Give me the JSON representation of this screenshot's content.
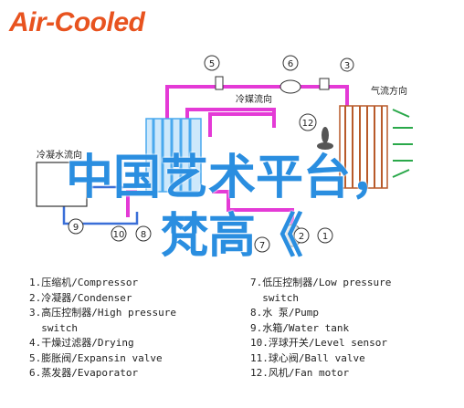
{
  "brand": {
    "title": "Air-Cooled"
  },
  "diagram": {
    "callouts": [
      "5",
      "6",
      "3",
      "12",
      "9",
      "8",
      "10",
      "7",
      "2",
      "1"
    ],
    "labels": {
      "compressor_flow": "冷媒流向",
      "air_flow": "气流方向",
      "refrigerant_flow_left": "冷凝水流向"
    }
  },
  "watermark": {
    "line1": "中国艺术平台，",
    "line2": "梵高《"
  },
  "legend": {
    "left": [
      "1.压缩机/Compressor",
      "2.冷凝器/Condenser",
      "3.高压控制器/High pressure\n  switch",
      "4.干燥过滤器/Drying",
      "5.膨胀阀/Expansin valve",
      "6.蒸发器/Evaporator"
    ],
    "right": [
      "7.低压控制器/Low pressure\n  switch",
      "8.水 泵/Pump",
      "9.水箱/Water tank",
      "10.浮球开关/Level sensor",
      "11.球心阀/Ball valve",
      "12.风机/Fan motor"
    ]
  },
  "colors": {
    "brand": "#e8531f",
    "pipe": "#e43ad6",
    "water_pipe": "#3a6fd8",
    "coil": "#4aa9ee",
    "watermark": "#2a8ee0",
    "air_arrows": "#2aa84a"
  }
}
